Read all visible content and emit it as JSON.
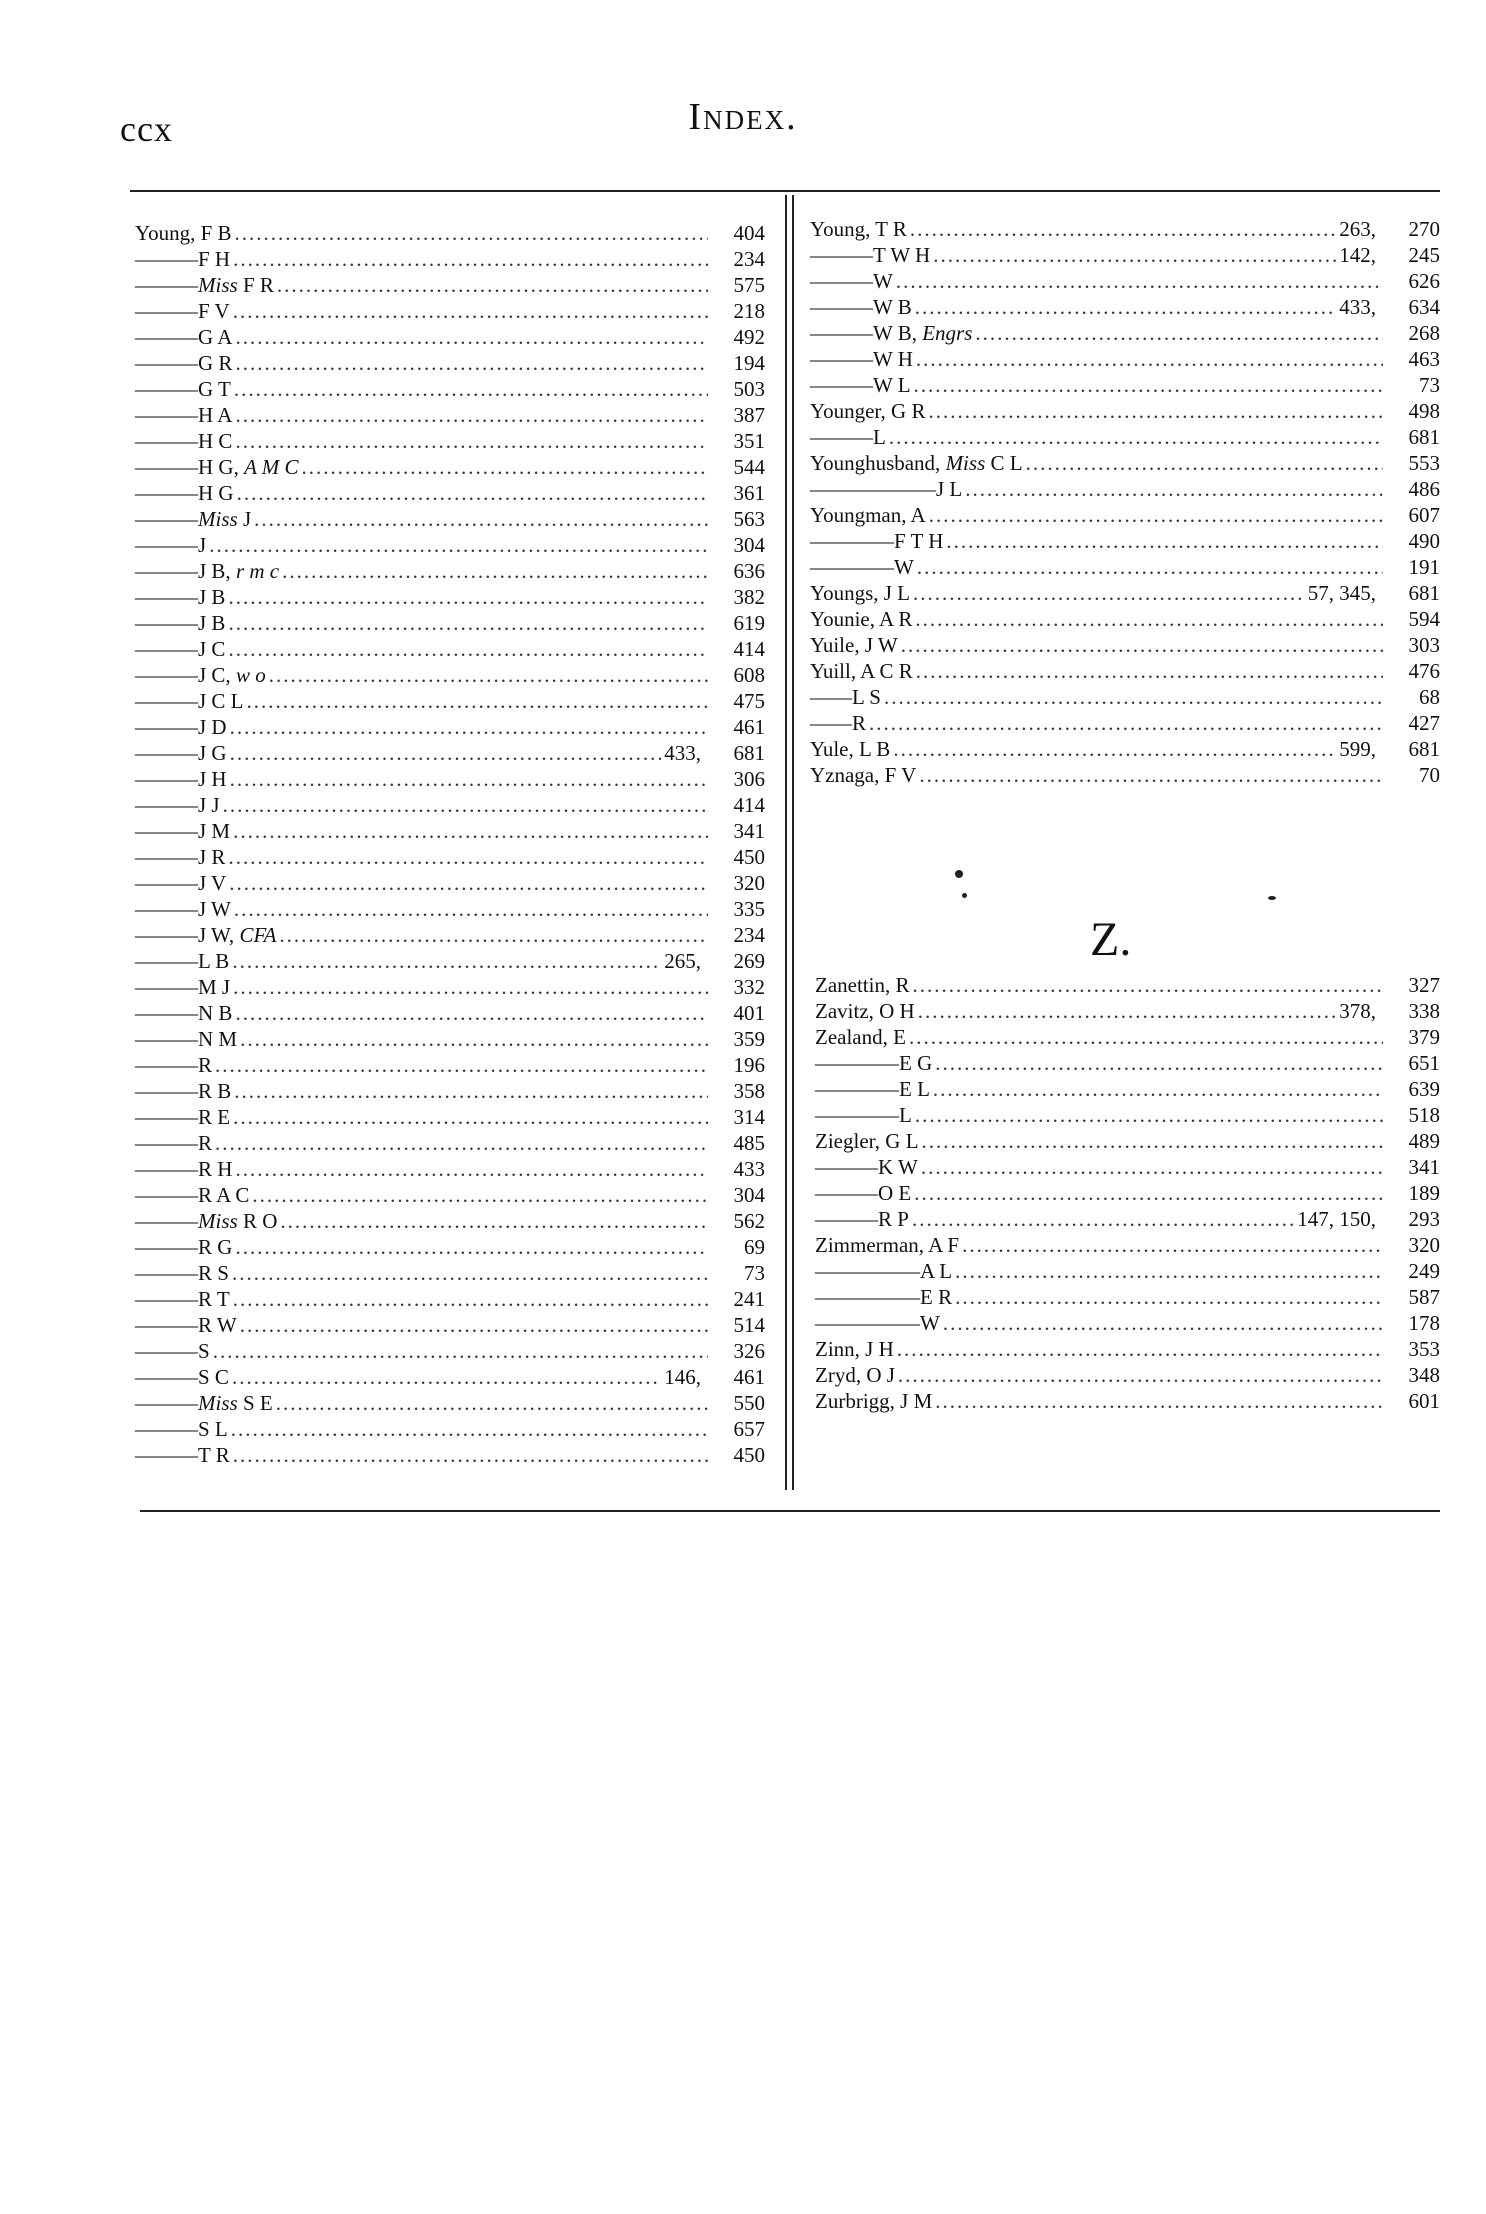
{
  "header": {
    "folio": "ccx",
    "title": "Index."
  },
  "left_column": [
    {
      "name": "Young, F B",
      "page": "404"
    },
    {
      "name": "———F H",
      "page": "234"
    },
    {
      "name": "———Miss F R",
      "page": "575"
    },
    {
      "name": "———F V",
      "page": "218"
    },
    {
      "name": "———G A",
      "page": "492"
    },
    {
      "name": "———G R",
      "page": "194"
    },
    {
      "name": "———G T",
      "page": "503"
    },
    {
      "name": "———H A",
      "page": "387"
    },
    {
      "name": "———H C",
      "page": "351"
    },
    {
      "name": "———H G, A M C",
      "page": "544"
    },
    {
      "name": "———H G",
      "page": "361"
    },
    {
      "name": "———Miss J",
      "page": "563"
    },
    {
      "name": "———J",
      "page": "304"
    },
    {
      "name": "———J B, r m c",
      "page": "636"
    },
    {
      "name": "———J B",
      "page": "382"
    },
    {
      "name": "———J B",
      "page": "619"
    },
    {
      "name": "———J C",
      "page": "414"
    },
    {
      "name": "———J C, w o",
      "page": "608"
    },
    {
      "name": "———J C L",
      "page": "475"
    },
    {
      "name": "———J D",
      "page": "461"
    },
    {
      "name": "———J G",
      "extra": "433,",
      "page": "681"
    },
    {
      "name": "———J H",
      "page": "306"
    },
    {
      "name": "———J J",
      "page": "414"
    },
    {
      "name": "———J M",
      "page": "341"
    },
    {
      "name": "———J R",
      "page": "450"
    },
    {
      "name": "———J V",
      "page": "320"
    },
    {
      "name": "———J W",
      "page": "335"
    },
    {
      "name": "———J W, CFA",
      "page": "234"
    },
    {
      "name": "———L B",
      "extra": "265,",
      "page": "269"
    },
    {
      "name": "———M J",
      "page": "332"
    },
    {
      "name": "———N B",
      "page": "401"
    },
    {
      "name": "———N M",
      "page": "359"
    },
    {
      "name": "———R",
      "page": "196"
    },
    {
      "name": "———R B",
      "page": "358"
    },
    {
      "name": "———R E",
      "page": "314"
    },
    {
      "name": "———R",
      "page": "485"
    },
    {
      "name": "———R H",
      "page": "433"
    },
    {
      "name": "———R A C",
      "page": "304"
    },
    {
      "name": "———Miss R O",
      "page": "562"
    },
    {
      "name": "———R G",
      "page": "69"
    },
    {
      "name": "———R S",
      "page": "73"
    },
    {
      "name": "———R T",
      "page": "241"
    },
    {
      "name": "———R W",
      "page": "514"
    },
    {
      "name": "———S",
      "page": "326"
    },
    {
      "name": "———S C",
      "extra": "146,",
      "page": "461"
    },
    {
      "name": "———Miss S E",
      "page": "550"
    },
    {
      "name": "———S L",
      "page": "657"
    },
    {
      "name": "———T R",
      "page": "450"
    }
  ],
  "right_column_y": [
    {
      "name": "Young, T R",
      "extra": "263,",
      "page": "270"
    },
    {
      "name": "———T W H",
      "extra": "142,",
      "page": "245"
    },
    {
      "name": "———W",
      "page": "626"
    },
    {
      "name": "———W B",
      "extra": "433,",
      "page": "634"
    },
    {
      "name": "———W B, Engrs",
      "page": "268"
    },
    {
      "name": "———W H",
      "page": "463"
    },
    {
      "name": "———W L",
      "page": "73"
    },
    {
      "name": "Younger, G R",
      "page": "498"
    },
    {
      "name": "———L",
      "page": "681"
    },
    {
      "name": "Younghusband, Miss C L",
      "page": "553"
    },
    {
      "name": "——————J L",
      "page": "486"
    },
    {
      "name": "Youngman, A",
      "page": "607"
    },
    {
      "name": "————F T H",
      "page": "490"
    },
    {
      "name": "————W",
      "page": "191"
    },
    {
      "name": "Youngs, J L",
      "extra": "57, 345,",
      "page": "681"
    },
    {
      "name": "Younie, A R",
      "page": "594"
    },
    {
      "name": "Yuile, J W",
      "page": "303"
    },
    {
      "name": "Yuill, A C R",
      "page": "476"
    },
    {
      "name": "——L S",
      "page": "68"
    },
    {
      "name": "——R",
      "page": "427"
    },
    {
      "name": "Yule, L B",
      "extra": "599,",
      "page": "681"
    },
    {
      "name": "Yznaga, F V",
      "page": "70"
    }
  ],
  "section_letter": "Z.",
  "right_column_z": [
    {
      "name": "Zanettin, R",
      "page": "327"
    },
    {
      "name": "Zavitz, O H",
      "extra": "378,",
      "page": "338"
    },
    {
      "name": "Zealand, E",
      "page": "379"
    },
    {
      "name": "————E G",
      "page": "651"
    },
    {
      "name": "————E L",
      "page": "639"
    },
    {
      "name": "————L",
      "page": "518"
    },
    {
      "name": "Ziegler, G L",
      "page": "489"
    },
    {
      "name": "———K W",
      "page": "341"
    },
    {
      "name": "———O E",
      "page": "189"
    },
    {
      "name": "———R P",
      "extra": "147, 150,",
      "page": "293"
    },
    {
      "name": "Zimmerman, A F",
      "page": "320"
    },
    {
      "name": "—————A L",
      "page": "249"
    },
    {
      "name": "—————E R",
      "page": "587"
    },
    {
      "name": "—————W",
      "page": "178"
    },
    {
      "name": "Zinn, J H",
      "page": "353"
    },
    {
      "name": "Zryd, O J",
      "page": "348"
    },
    {
      "name": "Zurbrigg, J M",
      "page": "601"
    }
  ]
}
